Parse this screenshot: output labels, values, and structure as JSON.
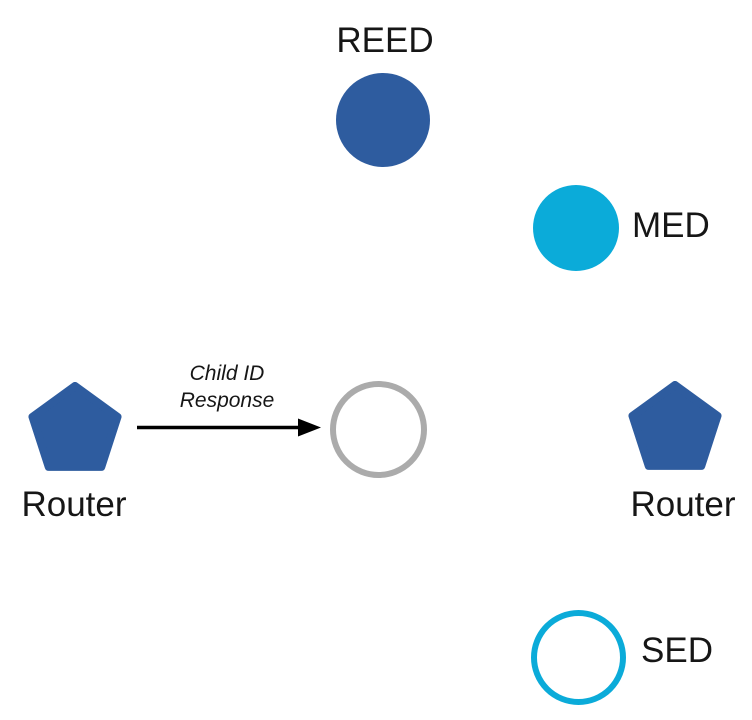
{
  "colors": {
    "router_blue": "#2E5C9F",
    "cyan": "#0BABD9",
    "gray_outline": "#ABABAB",
    "text": "#161616",
    "arrow": "#000000",
    "background": "#ffffff"
  },
  "nodes": {
    "reed": {
      "label": "REED",
      "shape": "filled-circle",
      "color": "#2E5C9F"
    },
    "med": {
      "label": "MED",
      "shape": "filled-circle",
      "color": "#0BABD9"
    },
    "router_left": {
      "label": "Router",
      "shape": "pentagon",
      "color": "#2E5C9F"
    },
    "router_right": {
      "label": "Router",
      "shape": "pentagon",
      "color": "#2E5C9F"
    },
    "joining_device": {
      "label": "",
      "shape": "outlined-circle",
      "color": "#ABABAB"
    },
    "sed": {
      "label": "SED",
      "shape": "outlined-circle",
      "color": "#0BABD9"
    }
  },
  "arrow": {
    "label_line1": "Child ID",
    "label_line2": "Response",
    "from": "router_left",
    "to": "joining_device"
  }
}
